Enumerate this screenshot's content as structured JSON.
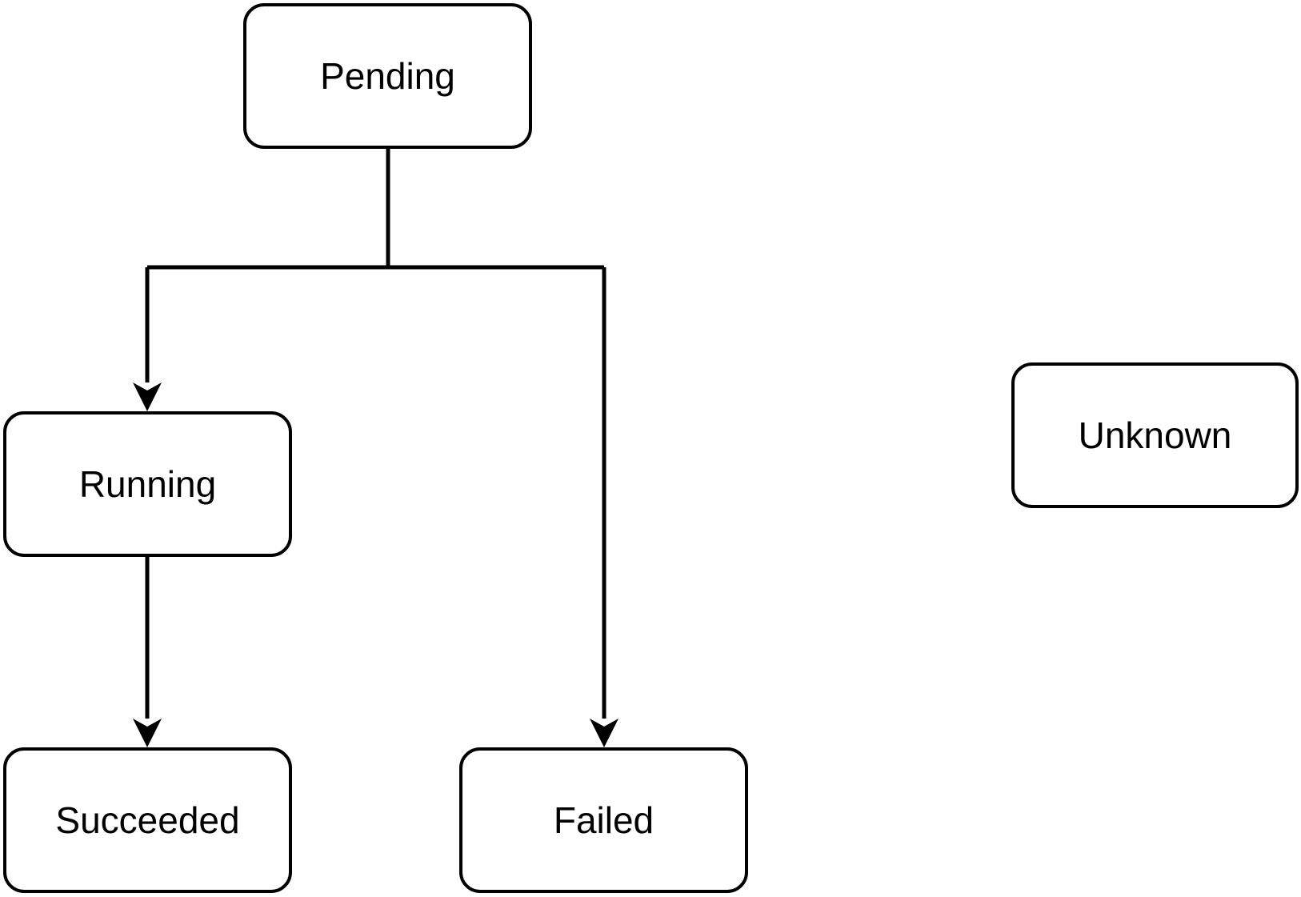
{
  "nodes": {
    "pending": "Pending",
    "running": "Running",
    "succeeded": "Succeeded",
    "failed": "Failed",
    "unknown": "Unknown"
  },
  "colors": {
    "stroke": "#000000",
    "background": "#ffffff"
  }
}
